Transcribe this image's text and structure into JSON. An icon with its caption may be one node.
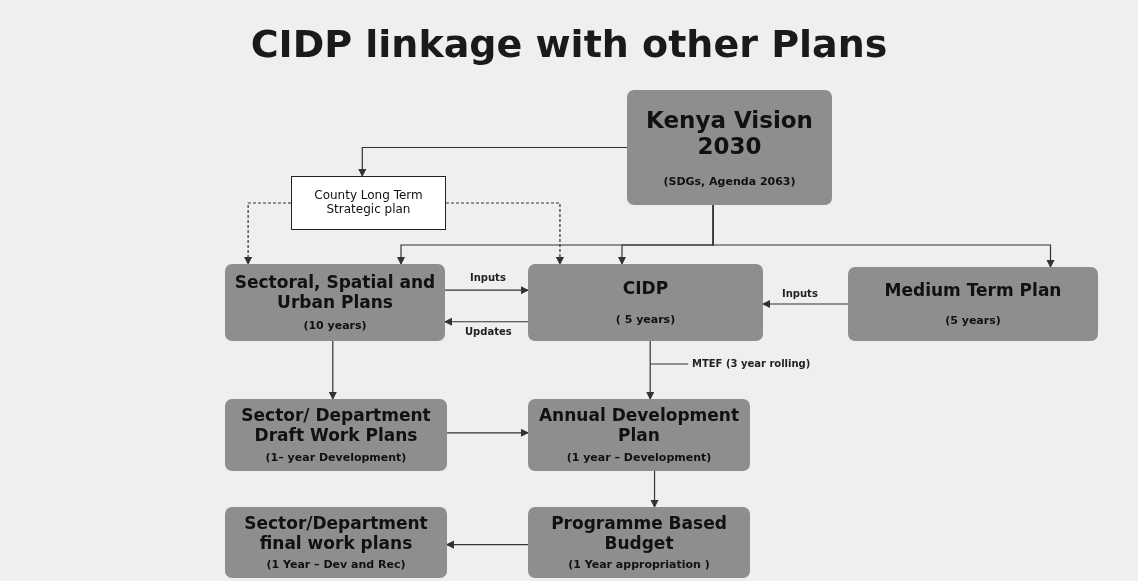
{
  "diagram": {
    "title": "CIDP linkage with other Plans",
    "nodes": [
      {
        "text": [
          "Kenya Vision 2030",
          "(SDGs, Agenda 2063)"
        ]
      },
      {
        "text": [
          "County Long Term Strategic plan"
        ]
      },
      {
        "text": [
          "Sectoral, Spatial and Urban Plans",
          "(10 years)"
        ]
      },
      {
        "text": [
          "CIDP",
          "( 5 years)"
        ]
      },
      {
        "text": [
          "Medium Term Plan",
          "(5 years)"
        ]
      },
      {
        "text": [
          "Sector/ Department Draft Work Plans",
          "(1– year Development)"
        ]
      },
      {
        "text": [
          "Annual Development Plan",
          "(1 year – Development)"
        ]
      },
      {
        "text": [
          "Sector/Department final work plans",
          "(1 Year – Dev and Rec)"
        ]
      },
      {
        "text": [
          "Programme Based Budget",
          "(1 Year appropriation )"
        ]
      }
    ],
    "edges": [
      {
        "from": 0,
        "to": 1,
        "arrow": "to"
      },
      {
        "from": 1,
        "to": 2,
        "arrow": "to",
        "style": "dashed"
      },
      {
        "from": 1,
        "to": 3,
        "arrow": "to",
        "style": "dashed"
      },
      {
        "from": 0,
        "to": 2,
        "arrow": "to"
      },
      {
        "from": 0,
        "to": 3,
        "arrow": "to"
      },
      {
        "from": 0,
        "to": 4,
        "arrow": "to"
      },
      {
        "from": 2,
        "to": 3,
        "arrow": "to",
        "label": "Inputs"
      },
      {
        "from": 3,
        "to": 2,
        "arrow": "to",
        "label": "Updates"
      },
      {
        "from": 4,
        "to": 3,
        "arrow": "to",
        "label": "Inputs"
      },
      {
        "from": 2,
        "to": 5,
        "arrow": "to"
      },
      {
        "from": 3,
        "to": 6,
        "arrow": "to",
        "label": "MTEF (3 year rolling)"
      },
      {
        "from": 5,
        "to": 6,
        "arrow": "to"
      },
      {
        "from": 6,
        "to": 8,
        "arrow": "to"
      },
      {
        "from": 8,
        "to": 7,
        "arrow": "to"
      }
    ]
  }
}
